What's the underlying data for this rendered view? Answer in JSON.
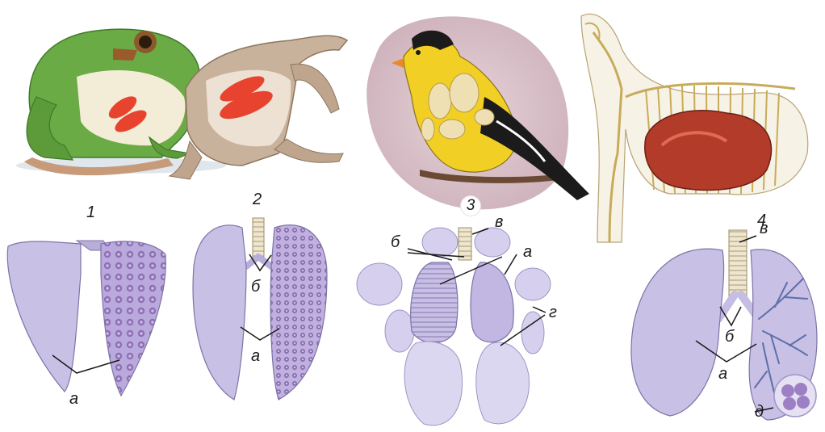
{
  "panels": [
    {
      "number": "1",
      "labels": {
        "a": "а"
      }
    },
    {
      "number": "2",
      "labels": {
        "a": "а",
        "b": "б"
      }
    },
    {
      "number": "3",
      "labels": {
        "a": "а",
        "b": "б",
        "v": "в",
        "g": "г"
      }
    },
    {
      "number": "4",
      "labels": {
        "a": "а",
        "b": "б",
        "v": "в",
        "d": "д"
      }
    }
  ],
  "colors": {
    "lung": "#c9c0e6",
    "lung_dark": "#9d8ccb",
    "lung_spot": "#8e6fb4",
    "lung_outline": "#7d73a8",
    "trachea": "#e4d9c1",
    "frog_green": "#6bab45",
    "frog_belly": "#f3ecd6",
    "lizard_skin": "#c9b29c",
    "lung_red": "#e8432f",
    "bird_yellow": "#f2cf25",
    "bird_black": "#1b1b1b",
    "bg_mauve": "#d8c0c8",
    "mammal_red": "#b23b2a"
  }
}
